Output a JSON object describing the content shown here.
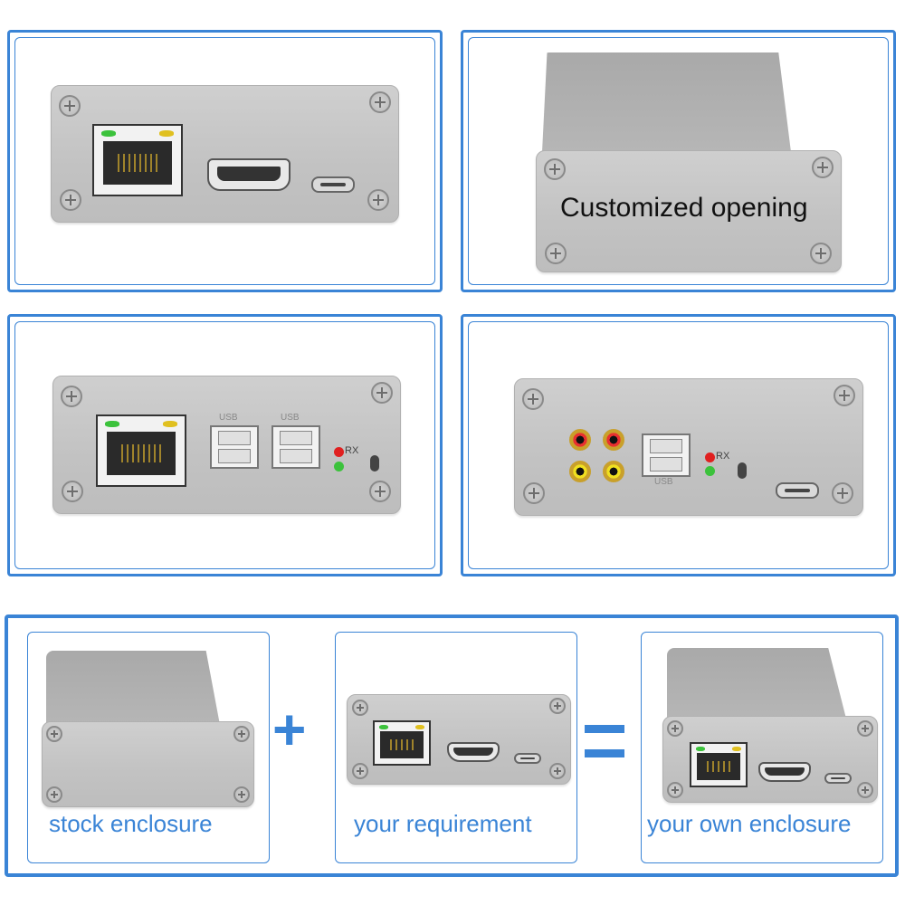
{
  "panels": {
    "top_left": {
      "description": "front panel with RJ45, HDMI, micro USB"
    },
    "top_right": {
      "overlay_text": "Customized opening"
    },
    "middle_left": {
      "usb_label_1": "USB",
      "usb_label_2": "USB",
      "indicator_label": "RX"
    },
    "middle_right": {
      "usb_label": "USB",
      "indicator_label": "RX"
    }
  },
  "equation": {
    "item1_caption": "stock enclosure",
    "operator_plus": "+",
    "item2_caption": "your requirement",
    "operator_equals": "=",
    "item3_caption": "your own enclosure"
  },
  "colors": {
    "accent": "#3a84d6",
    "led_green": "#3cc23c",
    "led_yellow": "#e0c020",
    "led_red": "#e02020"
  }
}
